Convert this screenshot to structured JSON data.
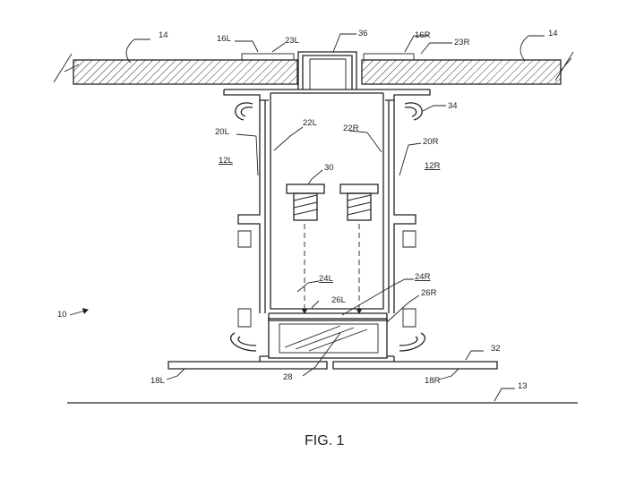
{
  "figure": {
    "caption": "FIG. 1",
    "labels": {
      "l14_left": "14",
      "l14_right": "14",
      "l16L": "16L",
      "l23L": "23L",
      "l36": "36",
      "l16R": "16R",
      "l23R": "23R",
      "l34": "34",
      "l20L": "20L",
      "l12L": "12L",
      "l22L": "22L",
      "l22R": "22R",
      "l20R": "20R",
      "l12R": "12R",
      "l30": "30",
      "l24L": "24L",
      "l24R": "24R",
      "l26L": "26L",
      "l26R": "26R",
      "l10": "10",
      "l32": "32",
      "l18L": "18L",
      "l28": "28",
      "l18R": "18R",
      "l13": "13"
    }
  }
}
